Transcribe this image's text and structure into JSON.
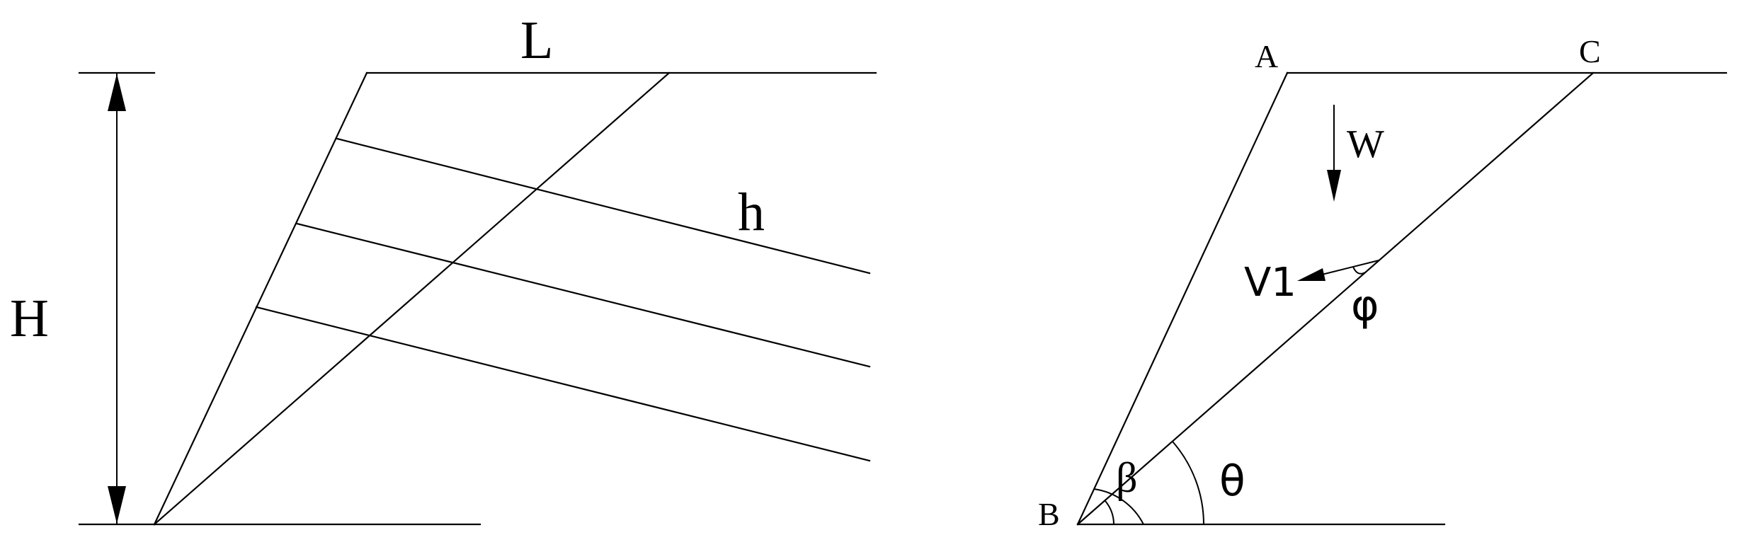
{
  "left_figure": {
    "length_label": "L",
    "height_label": "H",
    "layer_label": "h"
  },
  "right_figure": {
    "point_a": "A",
    "point_b": "B",
    "point_c": "C",
    "weight_label": "W",
    "force_label": "V1",
    "friction_angle": "φ",
    "wedge_angle": "β",
    "slope_angle": "θ"
  }
}
